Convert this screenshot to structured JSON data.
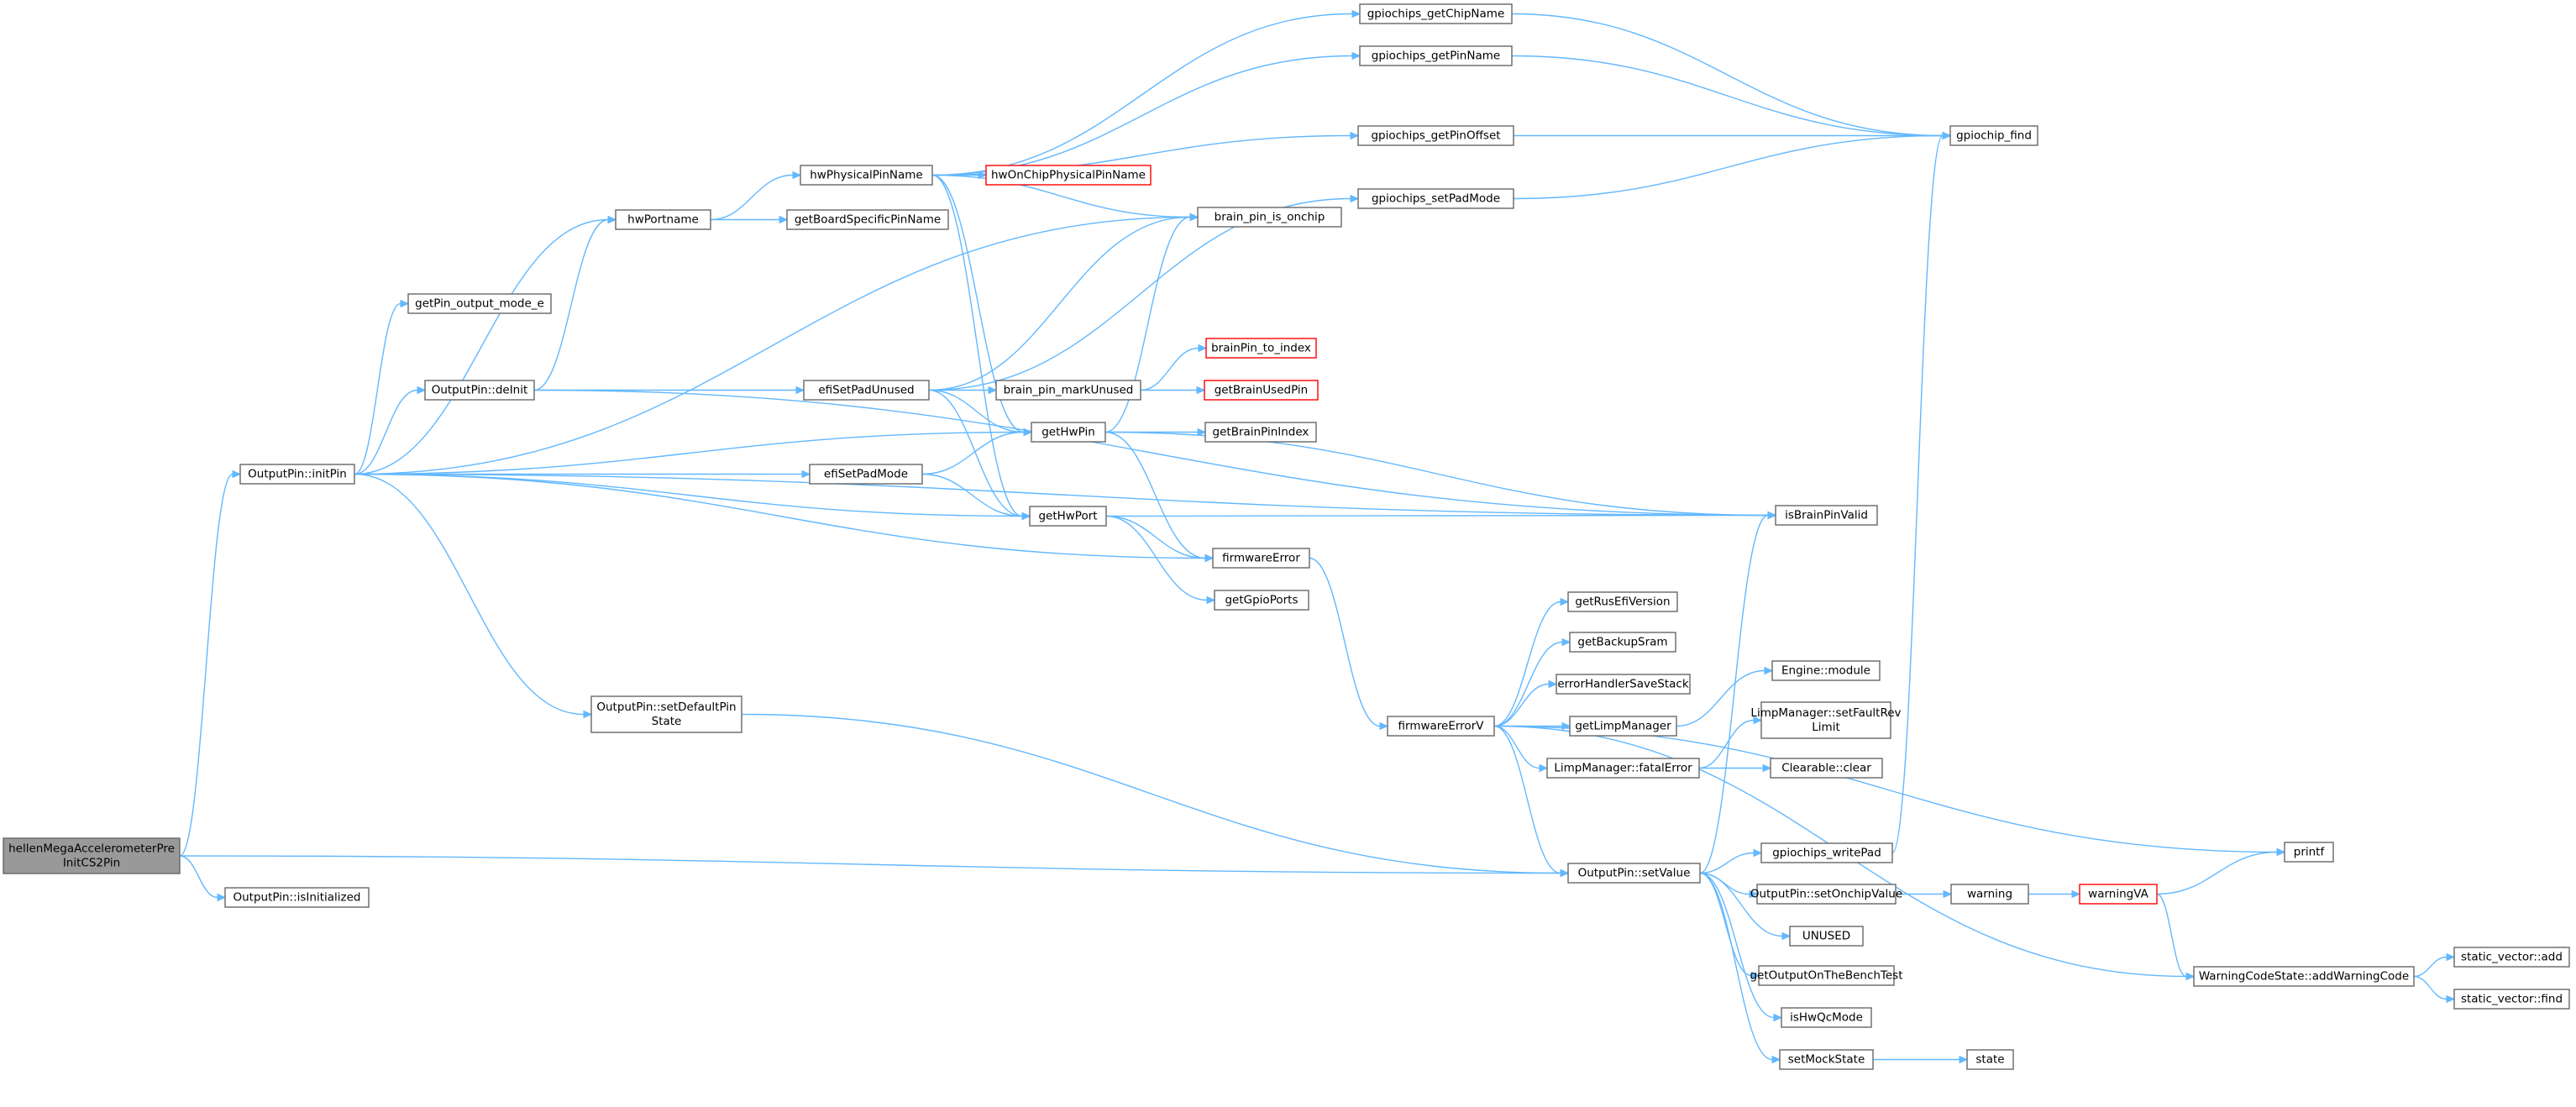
{
  "colors": {
    "edge": "#63b8ff",
    "node_border": "#666666",
    "node_border_unresolved": "#ff0000",
    "root_fill": "#999999"
  },
  "nodes": [
    {
      "id": "root",
      "lines": [
        "hellenMegaAccelerometerPre",
        "InitCS2Pin"
      ],
      "style": "root"
    },
    {
      "id": "isInitialized",
      "lines": [
        "OutputPin::isInitialized"
      ]
    },
    {
      "id": "initPin",
      "lines": [
        "OutputPin::initPin"
      ]
    },
    {
      "id": "getPinOutputMode",
      "lines": [
        "getPin_output_mode_e"
      ]
    },
    {
      "id": "deInit",
      "lines": [
        "OutputPin::deInit"
      ]
    },
    {
      "id": "hwPortname",
      "lines": [
        "hwPortname"
      ]
    },
    {
      "id": "setDefaultPinState",
      "lines": [
        "OutputPin::setDefaultPin",
        "State"
      ]
    },
    {
      "id": "hwPhysicalPinName",
      "lines": [
        "hwPhysicalPinName"
      ]
    },
    {
      "id": "getBoardSpecificPinName",
      "lines": [
        "getBoardSpecificPinName"
      ]
    },
    {
      "id": "efiSetPadUnused",
      "lines": [
        "efiSetPadUnused"
      ]
    },
    {
      "id": "efiSetPadMode",
      "lines": [
        "efiSetPadMode"
      ]
    },
    {
      "id": "hwOnChipPhysicalPinName",
      "lines": [
        "hwOnChipPhysicalPinName"
      ],
      "style": "red"
    },
    {
      "id": "brainPinMarkUnused",
      "lines": [
        "brain_pin_markUnused"
      ]
    },
    {
      "id": "getHwPin",
      "lines": [
        "getHwPin"
      ]
    },
    {
      "id": "getHwPort",
      "lines": [
        "getHwPort"
      ]
    },
    {
      "id": "brainPinIsOnchip",
      "lines": [
        "brain_pin_is_onchip"
      ]
    },
    {
      "id": "brainPinToIndex",
      "lines": [
        "brainPin_to_index"
      ],
      "style": "red"
    },
    {
      "id": "getBrainUsedPin",
      "lines": [
        "getBrainUsedPin"
      ],
      "style": "red"
    },
    {
      "id": "getBrainPinIndex",
      "lines": [
        "getBrainPinIndex"
      ]
    },
    {
      "id": "firmwareError",
      "lines": [
        "firmwareError"
      ]
    },
    {
      "id": "getGpioPorts",
      "lines": [
        "getGpioPorts"
      ]
    },
    {
      "id": "gpiochipsGetChipName",
      "lines": [
        "gpiochips_getChipName"
      ]
    },
    {
      "id": "gpiochipsGetPinName",
      "lines": [
        "gpiochips_getPinName"
      ]
    },
    {
      "id": "gpiochipsGetPinOffset",
      "lines": [
        "gpiochips_getPinOffset"
      ]
    },
    {
      "id": "gpiochipsSetPadMode",
      "lines": [
        "gpiochips_setPadMode"
      ]
    },
    {
      "id": "firmwareErrorV",
      "lines": [
        "firmwareErrorV"
      ]
    },
    {
      "id": "getRusEfiVersion",
      "lines": [
        "getRusEfiVersion"
      ]
    },
    {
      "id": "getBackupSram",
      "lines": [
        "getBackupSram"
      ]
    },
    {
      "id": "errorHandlerSaveStack",
      "lines": [
        "errorHandlerSaveStack"
      ]
    },
    {
      "id": "getLimpManager",
      "lines": [
        "getLimpManager"
      ]
    },
    {
      "id": "limpFatalError",
      "lines": [
        "LimpManager::fatalError"
      ]
    },
    {
      "id": "setValue",
      "lines": [
        "OutputPin::setValue"
      ]
    },
    {
      "id": "gpiochipsWritePad",
      "lines": [
        "gpiochips_writePad"
      ]
    },
    {
      "id": "setOnchipValue",
      "lines": [
        "OutputPin::setOnchipValue"
      ]
    },
    {
      "id": "unused",
      "lines": [
        "UNUSED"
      ]
    },
    {
      "id": "getOutputOnTheBenchTest",
      "lines": [
        "getOutputOnTheBenchTest"
      ]
    },
    {
      "id": "isHwQcMode",
      "lines": [
        "isHwQcMode"
      ]
    },
    {
      "id": "setMockState",
      "lines": [
        "setMockState"
      ]
    },
    {
      "id": "isBrainPinValid",
      "lines": [
        "isBrainPinValid"
      ]
    },
    {
      "id": "engineModule",
      "lines": [
        "Engine::module"
      ]
    },
    {
      "id": "setFaultRevLimit",
      "lines": [
        "LimpManager::setFaultRev",
        "Limit"
      ]
    },
    {
      "id": "clearableClear",
      "lines": [
        "Clearable::clear"
      ]
    },
    {
      "id": "warning",
      "lines": [
        "warning"
      ]
    },
    {
      "id": "state",
      "lines": [
        "state"
      ]
    },
    {
      "id": "gpiochipFind",
      "lines": [
        "gpiochip_find"
      ]
    },
    {
      "id": "warningVA",
      "lines": [
        "warningVA"
      ],
      "style": "red"
    },
    {
      "id": "printf",
      "lines": [
        "printf"
      ]
    },
    {
      "id": "addWarningCode",
      "lines": [
        "WarningCodeState::addWarningCode"
      ]
    },
    {
      "id": "staticVectorAdd",
      "lines": [
        "static_vector::add"
      ]
    },
    {
      "id": "staticVectorFind",
      "lines": [
        "static_vector::find"
      ]
    }
  ],
  "edges": [
    [
      "root",
      "initPin"
    ],
    [
      "root",
      "isInitialized"
    ],
    [
      "root",
      "setValue"
    ],
    [
      "initPin",
      "getPinOutputMode"
    ],
    [
      "initPin",
      "deInit"
    ],
    [
      "initPin",
      "hwPortname"
    ],
    [
      "initPin",
      "brainPinIsOnchip"
    ],
    [
      "initPin",
      "getHwPin"
    ],
    [
      "initPin",
      "efiSetPadMode"
    ],
    [
      "initPin",
      "getHwPort"
    ],
    [
      "initPin",
      "firmwareError"
    ],
    [
      "initPin",
      "isBrainPinValid"
    ],
    [
      "initPin",
      "setDefaultPinState"
    ],
    [
      "deInit",
      "hwPortname"
    ],
    [
      "deInit",
      "efiSetPadUnused"
    ],
    [
      "deInit",
      "isBrainPinValid"
    ],
    [
      "hwPortname",
      "hwPhysicalPinName"
    ],
    [
      "hwPortname",
      "getBoardSpecificPinName"
    ],
    [
      "hwPhysicalPinName",
      "gpiochipsGetChipName"
    ],
    [
      "hwPhysicalPinName",
      "gpiochipsGetPinName"
    ],
    [
      "hwPhysicalPinName",
      "gpiochipsGetPinOffset"
    ],
    [
      "hwPhysicalPinName",
      "hwOnChipPhysicalPinName"
    ],
    [
      "hwPhysicalPinName",
      "brainPinIsOnchip"
    ],
    [
      "hwPhysicalPinName",
      "getHwPin"
    ],
    [
      "hwPhysicalPinName",
      "getHwPort"
    ],
    [
      "efiSetPadUnused",
      "brainPinIsOnchip"
    ],
    [
      "efiSetPadUnused",
      "gpiochipsSetPadMode"
    ],
    [
      "efiSetPadUnused",
      "brainPinMarkUnused"
    ],
    [
      "efiSetPadUnused",
      "getHwPin"
    ],
    [
      "efiSetPadUnused",
      "getHwPort"
    ],
    [
      "brainPinMarkUnused",
      "brainPinToIndex"
    ],
    [
      "brainPinMarkUnused",
      "getBrainUsedPin"
    ],
    [
      "efiSetPadMode",
      "getHwPin"
    ],
    [
      "efiSetPadMode",
      "getHwPort"
    ],
    [
      "getHwPin",
      "brainPinIsOnchip"
    ],
    [
      "getHwPin",
      "getBrainPinIndex"
    ],
    [
      "getHwPin",
      "isBrainPinValid"
    ],
    [
      "getHwPin",
      "firmwareError"
    ],
    [
      "getHwPort",
      "isBrainPinValid"
    ],
    [
      "getHwPort",
      "firmwareError"
    ],
    [
      "getHwPort",
      "getGpioPorts"
    ],
    [
      "firmwareError",
      "firmwareErrorV"
    ],
    [
      "gpiochipsGetChipName",
      "gpiochipFind"
    ],
    [
      "gpiochipsGetPinName",
      "gpiochipFind"
    ],
    [
      "gpiochipsGetPinOffset",
      "gpiochipFind"
    ],
    [
      "gpiochipsSetPadMode",
      "gpiochipFind"
    ],
    [
      "setDefaultPinState",
      "setValue"
    ],
    [
      "firmwareErrorV",
      "getRusEfiVersion"
    ],
    [
      "firmwareErrorV",
      "getBackupSram"
    ],
    [
      "firmwareErrorV",
      "errorHandlerSaveStack"
    ],
    [
      "firmwareErrorV",
      "getLimpManager"
    ],
    [
      "firmwareErrorV",
      "limpFatalError"
    ],
    [
      "firmwareErrorV",
      "setValue"
    ],
    [
      "firmwareErrorV",
      "printf"
    ],
    [
      "firmwareErrorV",
      "addWarningCode"
    ],
    [
      "getLimpManager",
      "engineModule"
    ],
    [
      "limpFatalError",
      "setFaultRevLimit"
    ],
    [
      "limpFatalError",
      "clearableClear"
    ],
    [
      "setValue",
      "isBrainPinValid"
    ],
    [
      "setValue",
      "gpiochipsWritePad"
    ],
    [
      "setValue",
      "setOnchipValue"
    ],
    [
      "setValue",
      "unused"
    ],
    [
      "setValue",
      "getOutputOnTheBenchTest"
    ],
    [
      "setValue",
      "isHwQcMode"
    ],
    [
      "setValue",
      "setMockState"
    ],
    [
      "gpiochipsWritePad",
      "gpiochipFind"
    ],
    [
      "setOnchipValue",
      "warning"
    ],
    [
      "warning",
      "warningVA"
    ],
    [
      "warningVA",
      "printf"
    ],
    [
      "warningVA",
      "addWarningCode"
    ],
    [
      "setMockState",
      "state"
    ],
    [
      "addWarningCode",
      "staticVectorAdd"
    ],
    [
      "addWarningCode",
      "staticVectorFind"
    ]
  ]
}
